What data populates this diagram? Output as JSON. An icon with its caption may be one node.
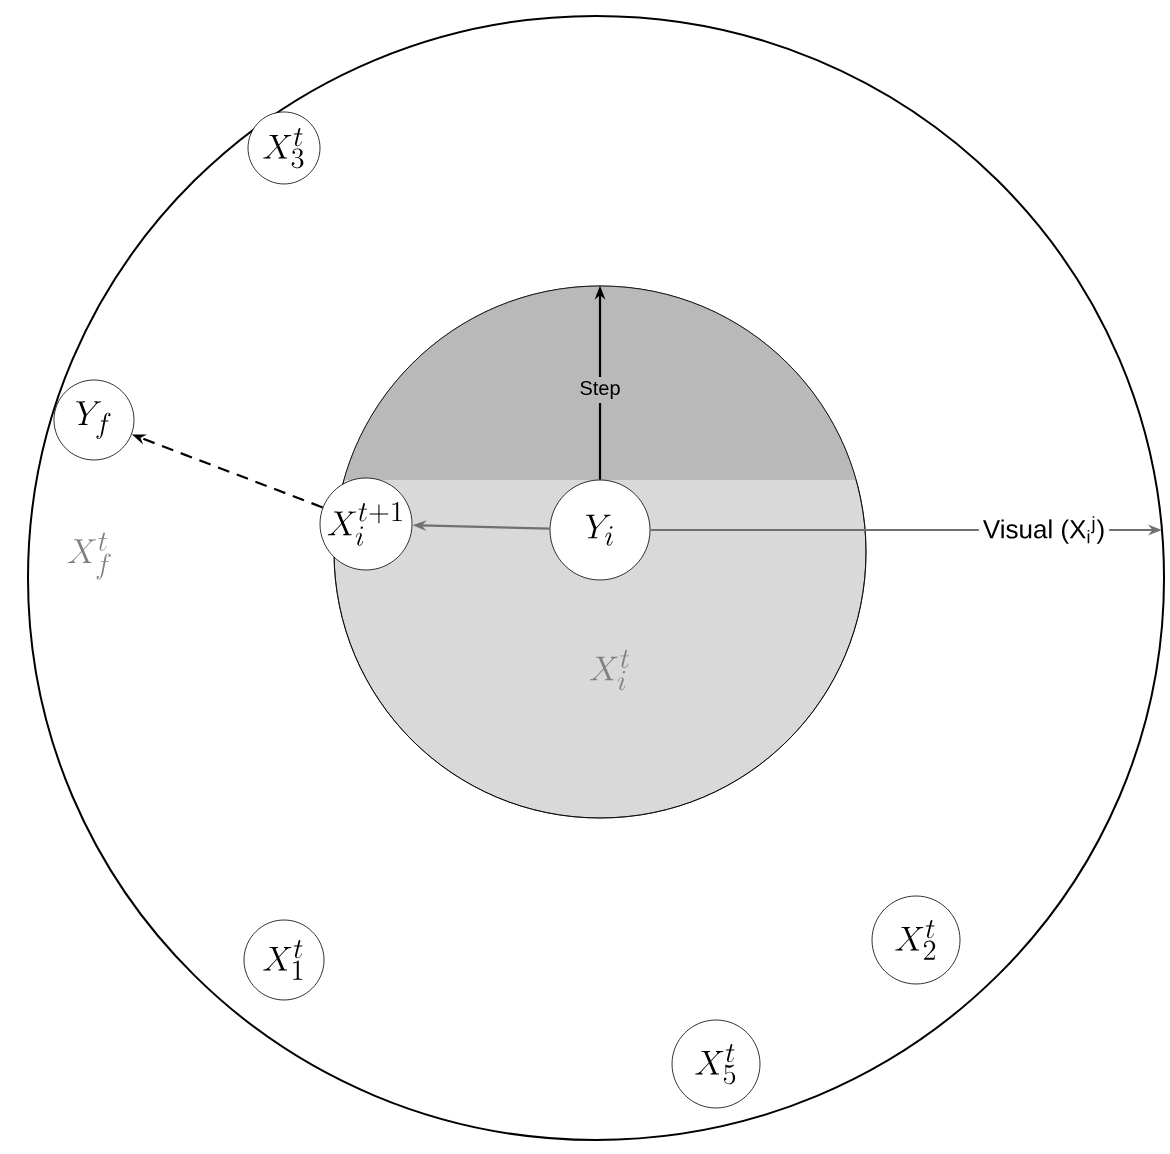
{
  "diagram": {
    "nodes": [
      {
        "text": [],
        "shape": "circle"
      },
      {
        "text": [],
        "shape": "circle",
        "in": 0
      },
      {
        "text": [
          "X^{t}_{3}"
        ],
        "in": 0
      },
      {
        "text": [
          "Y_{f}"
        ],
        "beside": [
          "X^{t}_{f}"
        ],
        "in": 0
      },
      {
        "text": [
          "X^{t+1}_{i}"
        ],
        "in": 1
      },
      {
        "text": [
          "Y_{i}"
        ],
        "beside": [
          "X^{t}_{i}"
        ],
        "in": 1
      },
      {
        "text": [
          "X^{t}_{1}"
        ],
        "in": 0
      },
      {
        "text": [
          "X^{t}_{2}"
        ],
        "in": 0
      },
      {
        "text": [
          "X^{t}_{5}"
        ],
        "in": 0
      }
    ],
    "edges": [
      {
        "from": 5,
        "to": 4,
        "arrow": "to",
        "color": "#707070"
      },
      {
        "from": 4,
        "to": 3,
        "arrow": "to",
        "style": "dashed",
        "color": "#000000"
      },
      {
        "from": 5,
        "to": 1,
        "arrow": "to",
        "label": "Step",
        "color": "#000000"
      },
      {
        "from": 5,
        "to": 0,
        "arrow": "to",
        "label": "Visual (X$_{i}$$^{j}$)",
        "color": "#707070"
      }
    ]
  }
}
